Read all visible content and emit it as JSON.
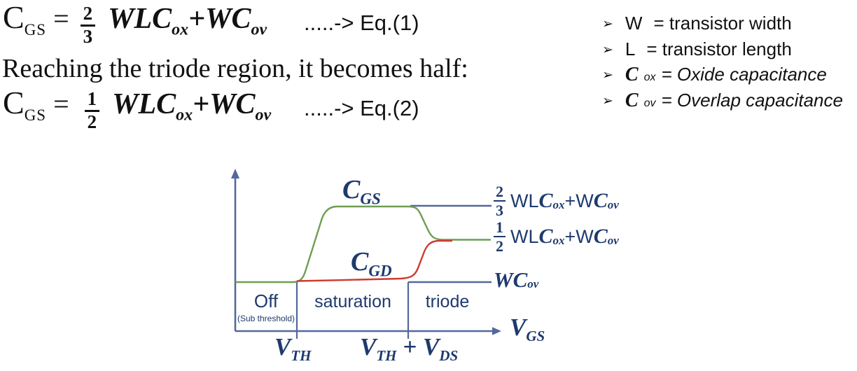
{
  "equations": {
    "eq1": {
      "lhs": "C",
      "lhs_sub": "GS",
      "equals": "=",
      "num": "2",
      "den": "3",
      "body1": "WLC",
      "sub1": "ox",
      "body2": "+WC",
      "sub2": "ov",
      "ref": ".....-> Eq.(1)"
    },
    "middle": "Reaching the triode region, it becomes half:",
    "eq2": {
      "lhs": "C",
      "lhs_sub": "GS",
      "equals": "=",
      "num": "1",
      "den": "2",
      "body1": "WLC",
      "sub1": "ox",
      "body2": "+WC",
      "sub2": "ov",
      "ref": ".....-> Eq.(2)"
    }
  },
  "legend": {
    "bullet": "➢",
    "items": [
      {
        "base": "W",
        "sub": "",
        "rest": "= transistor width"
      },
      {
        "base": "L",
        "sub": "",
        "rest": "= transistor length"
      },
      {
        "base": "C",
        "sub": "ox",
        "rest": "= Oxide capacitance"
      },
      {
        "base": "C",
        "sub": "ov",
        "rest": "= Overlap capacitance"
      }
    ]
  },
  "chart": {
    "curve_labels": {
      "cgs": {
        "base": "C",
        "sub": "GS"
      },
      "cgd": {
        "base": "C",
        "sub": "GD"
      }
    },
    "levels": [
      {
        "num": "2",
        "den": "3",
        "pre": "WL",
        "c1": "C",
        "s1": "ox",
        "mid": "+W",
        "c2": "C",
        "s2": "ov"
      },
      {
        "num": "1",
        "den": "2",
        "pre": "WL",
        "c1": "C",
        "s1": "ox",
        "mid": "+W",
        "c2": "C",
        "s2": "ov"
      },
      {
        "base": "WC",
        "sub": "ov"
      }
    ],
    "regions": {
      "off": "Off",
      "off_note": "(Sub threshold)",
      "saturation": "saturation",
      "triode": "triode"
    },
    "x_ticks": {
      "t1": {
        "base": "V",
        "sub": "TH"
      },
      "t2": {
        "base1": "V",
        "sub1": "TH",
        "plus": "+",
        "base2": "V",
        "sub2": "DS"
      }
    },
    "x_axis_label": {
      "base": "V",
      "sub": "GS"
    },
    "colors": {
      "cgs_curve": "#6f9e53",
      "cgd_curve": "#cd3a2e",
      "axis": "#54689c",
      "text": "#1e3a6e"
    }
  },
  "chart_data": {
    "type": "line",
    "xlabel": "V_GS",
    "x_breakpoints": [
      "V_TH",
      "V_TH + V_DS"
    ],
    "regions": [
      "Off (Sub threshold)",
      "saturation",
      "triode"
    ],
    "y_levels": [
      "WC_ov",
      "1/2 WLC_ox + WC_ov",
      "2/3 WLC_ox + WC_ov"
    ],
    "series": [
      {
        "name": "C_GS",
        "color": "#6f9e53",
        "behavior": [
          {
            "region": "Off (Sub threshold)",
            "value": "flat at WC_ov"
          },
          {
            "region": "saturation",
            "value": "rises and plateaus at 2/3 WLC_ox + WC_ov"
          },
          {
            "region": "triode",
            "value": "falls to 1/2 WLC_ox + WC_ov"
          }
        ]
      },
      {
        "name": "C_GD",
        "color": "#cd3a2e",
        "behavior": [
          {
            "region": "saturation",
            "value": "flat at WC_ov"
          },
          {
            "region": "triode",
            "value": "rises to 1/2 WLC_ox + WC_ov"
          }
        ]
      }
    ]
  }
}
